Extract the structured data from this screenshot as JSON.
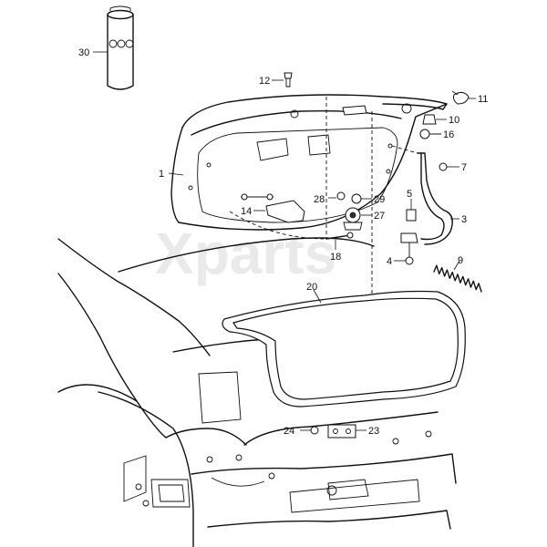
{
  "watermark": "Xparts",
  "callouts": [
    {
      "id": "c1",
      "label": "1"
    },
    {
      "id": "c3",
      "label": "3"
    },
    {
      "id": "c4",
      "label": "4"
    },
    {
      "id": "c5",
      "label": "5"
    },
    {
      "id": "c7",
      "label": "7"
    },
    {
      "id": "c9",
      "label": "9"
    },
    {
      "id": "c10",
      "label": "10"
    },
    {
      "id": "c11",
      "label": "11"
    },
    {
      "id": "c12",
      "label": "12"
    },
    {
      "id": "c14",
      "label": "14"
    },
    {
      "id": "c16",
      "label": "16"
    },
    {
      "id": "c18",
      "label": "18"
    },
    {
      "id": "c20",
      "label": "20"
    },
    {
      "id": "c23",
      "label": "23"
    },
    {
      "id": "c24",
      "label": "24"
    },
    {
      "id": "c27",
      "label": "27"
    },
    {
      "id": "c28",
      "label": "28"
    },
    {
      "id": "c29",
      "label": "29"
    },
    {
      "id": "c30",
      "label": "30"
    }
  ]
}
